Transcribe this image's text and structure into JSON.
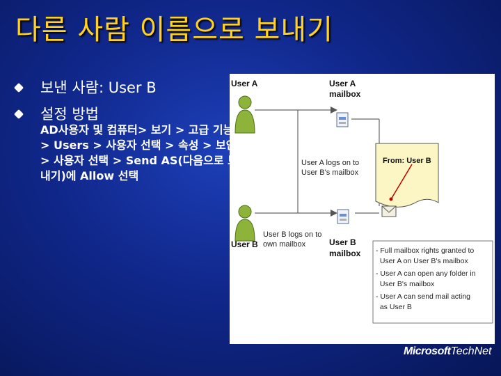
{
  "slide": {
    "title": "다른 사람 이름으로 보내기",
    "bullets": [
      {
        "text": "보낸 사람: User B"
      },
      {
        "text": "설정 방법"
      }
    ],
    "sub_text": "AD사용자 및 컴퓨터> 보기 > 고급 기능> Users > 사용자 선택 > 속성 > 보안 > 사용자 선택 > Send AS(다음으로 보내기)에 Allow 선택"
  },
  "diagram": {
    "user_a": "User A",
    "user_a_mailbox": [
      "User A",
      "mailbox"
    ],
    "user_b": "User B",
    "user_b_mailbox": [
      "User B",
      "mailbox"
    ],
    "logs_on_a": [
      "User A logs on to",
      "User B's mailbox"
    ],
    "logs_on_b": [
      "User B logs on to",
      "own mailbox"
    ],
    "note_from": "From: User B",
    "notes": [
      "- Full mailbox rights granted to",
      "  User A on User B's mailbox",
      "- User A can open any folder in",
      "  User B's mailbox",
      "- User A can send mail acting",
      "  as User B"
    ]
  },
  "brand": {
    "microsoft": "Microsoft",
    "technet": "TechNet"
  },
  "colors": {
    "title": "#ffd21f",
    "figure": "#8db33a",
    "note_fill": "#fbf6c4",
    "accent_red": "#c00000"
  }
}
